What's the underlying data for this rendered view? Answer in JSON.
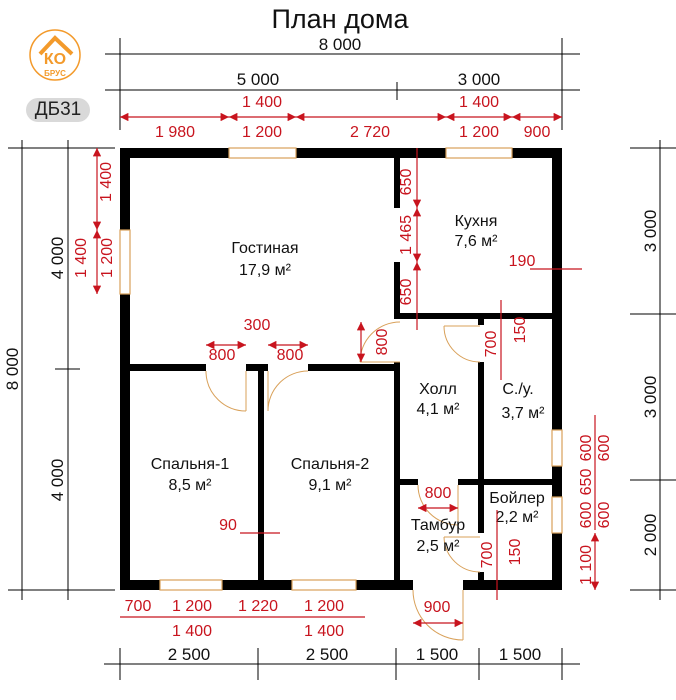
{
  "title": "План дома",
  "logo": {
    "text_top": "КО",
    "text_bottom": "БРУС",
    "color": "#f39a2b"
  },
  "badge": "ДБ31",
  "rooms": {
    "living": {
      "name": "Гостиная",
      "area": "17,9 м²"
    },
    "kitchen": {
      "name": "Кухня",
      "area": "7,6 м²"
    },
    "hall": {
      "name": "Холл",
      "area": "4,1 м²"
    },
    "wc": {
      "name": "С./у.",
      "area": "3,7 м²"
    },
    "bedroom1": {
      "name": "Спальня-1",
      "area": "8,5 м²"
    },
    "bedroom2": {
      "name": "Спальня-2",
      "area": "9,1 м²"
    },
    "vestibule": {
      "name": "Тамбур",
      "area": "2,5 м²"
    },
    "boiler": {
      "name": "Бойлер",
      "area": "2,2 м²"
    }
  },
  "dims_black": {
    "top_total": "8 000",
    "top_left": "5 000",
    "top_right": "3 000",
    "left_total": "8 000",
    "left_top": "4 000",
    "left_bottom": "4 000",
    "right_1": "3 000",
    "right_2": "3 000",
    "right_3": "2 000",
    "bottom": [
      "2 500",
      "2 500",
      "1 500",
      "1 500"
    ]
  },
  "dims_red": {
    "top": [
      "1 980",
      "1 400",
      "1 200",
      "2 720",
      "1 400",
      "1 200",
      "900"
    ],
    "left": [
      "1 400",
      "1 400",
      "1 200"
    ],
    "kitchen_wall": [
      "650",
      "1 465",
      "650"
    ],
    "wall_thickness": "190",
    "living_doors": [
      "800",
      "300",
      "800"
    ],
    "hall_door": "800",
    "wc_door": [
      "700",
      "150"
    ],
    "partition": "90",
    "vestibule_door": "800",
    "boiler_door": [
      "700",
      "150"
    ],
    "entrance_door": "900",
    "right": [
      "600",
      "600",
      "650",
      "600",
      "600",
      "1 100"
    ],
    "bottom": [
      "700",
      "1 200",
      "1 400",
      "1 220",
      "1 200",
      "1 400"
    ]
  },
  "colors": {
    "dimension_red": "#c8141e",
    "wall": "#000000",
    "window": "#d9a15a"
  }
}
